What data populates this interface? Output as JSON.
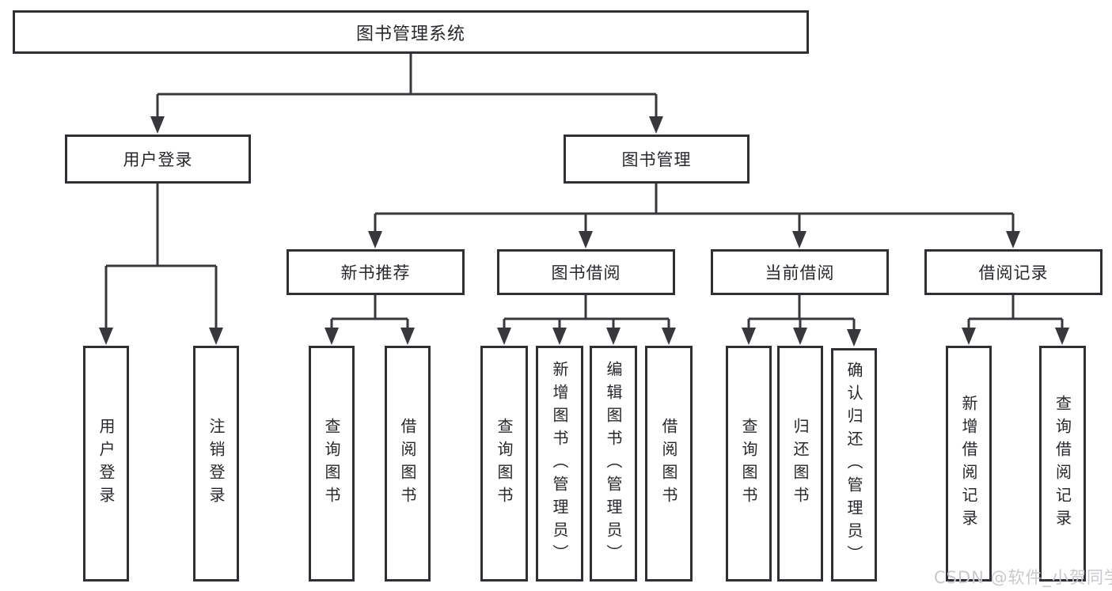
{
  "colors": {
    "background": "#ffffff",
    "line": "#38383c",
    "box_border": "#303034",
    "text": "#28282c",
    "watermark": "#c9c9cd"
  },
  "diagram": {
    "type": "hierarchy-tree",
    "root": {
      "label": "图书管理系统"
    },
    "branches": [
      {
        "label": "用户登录",
        "children": [
          {
            "label": "用户登录"
          },
          {
            "label": "注销登录"
          }
        ]
      },
      {
        "label": "图书管理",
        "children": [
          {
            "label": "新书推荐",
            "children": [
              {
                "label": "查询图书"
              },
              {
                "label": "借阅图书"
              }
            ]
          },
          {
            "label": "图书借阅",
            "children": [
              {
                "label": "查询图书"
              },
              {
                "label": "新增图书（管理员）"
              },
              {
                "label": "编辑图书（管理员）"
              },
              {
                "label": "借阅图书"
              }
            ]
          },
          {
            "label": "当前借阅",
            "children": [
              {
                "label": "查询图书"
              },
              {
                "label": "归还图书"
              },
              {
                "label": "确认归还（管理员）"
              }
            ]
          },
          {
            "label": "借阅记录",
            "children": [
              {
                "label": "新增借阅记录"
              },
              {
                "label": "查询借阅记录"
              }
            ]
          }
        ]
      }
    ]
  },
  "watermark": {
    "text": "CSDN @软件_小贺同学"
  }
}
